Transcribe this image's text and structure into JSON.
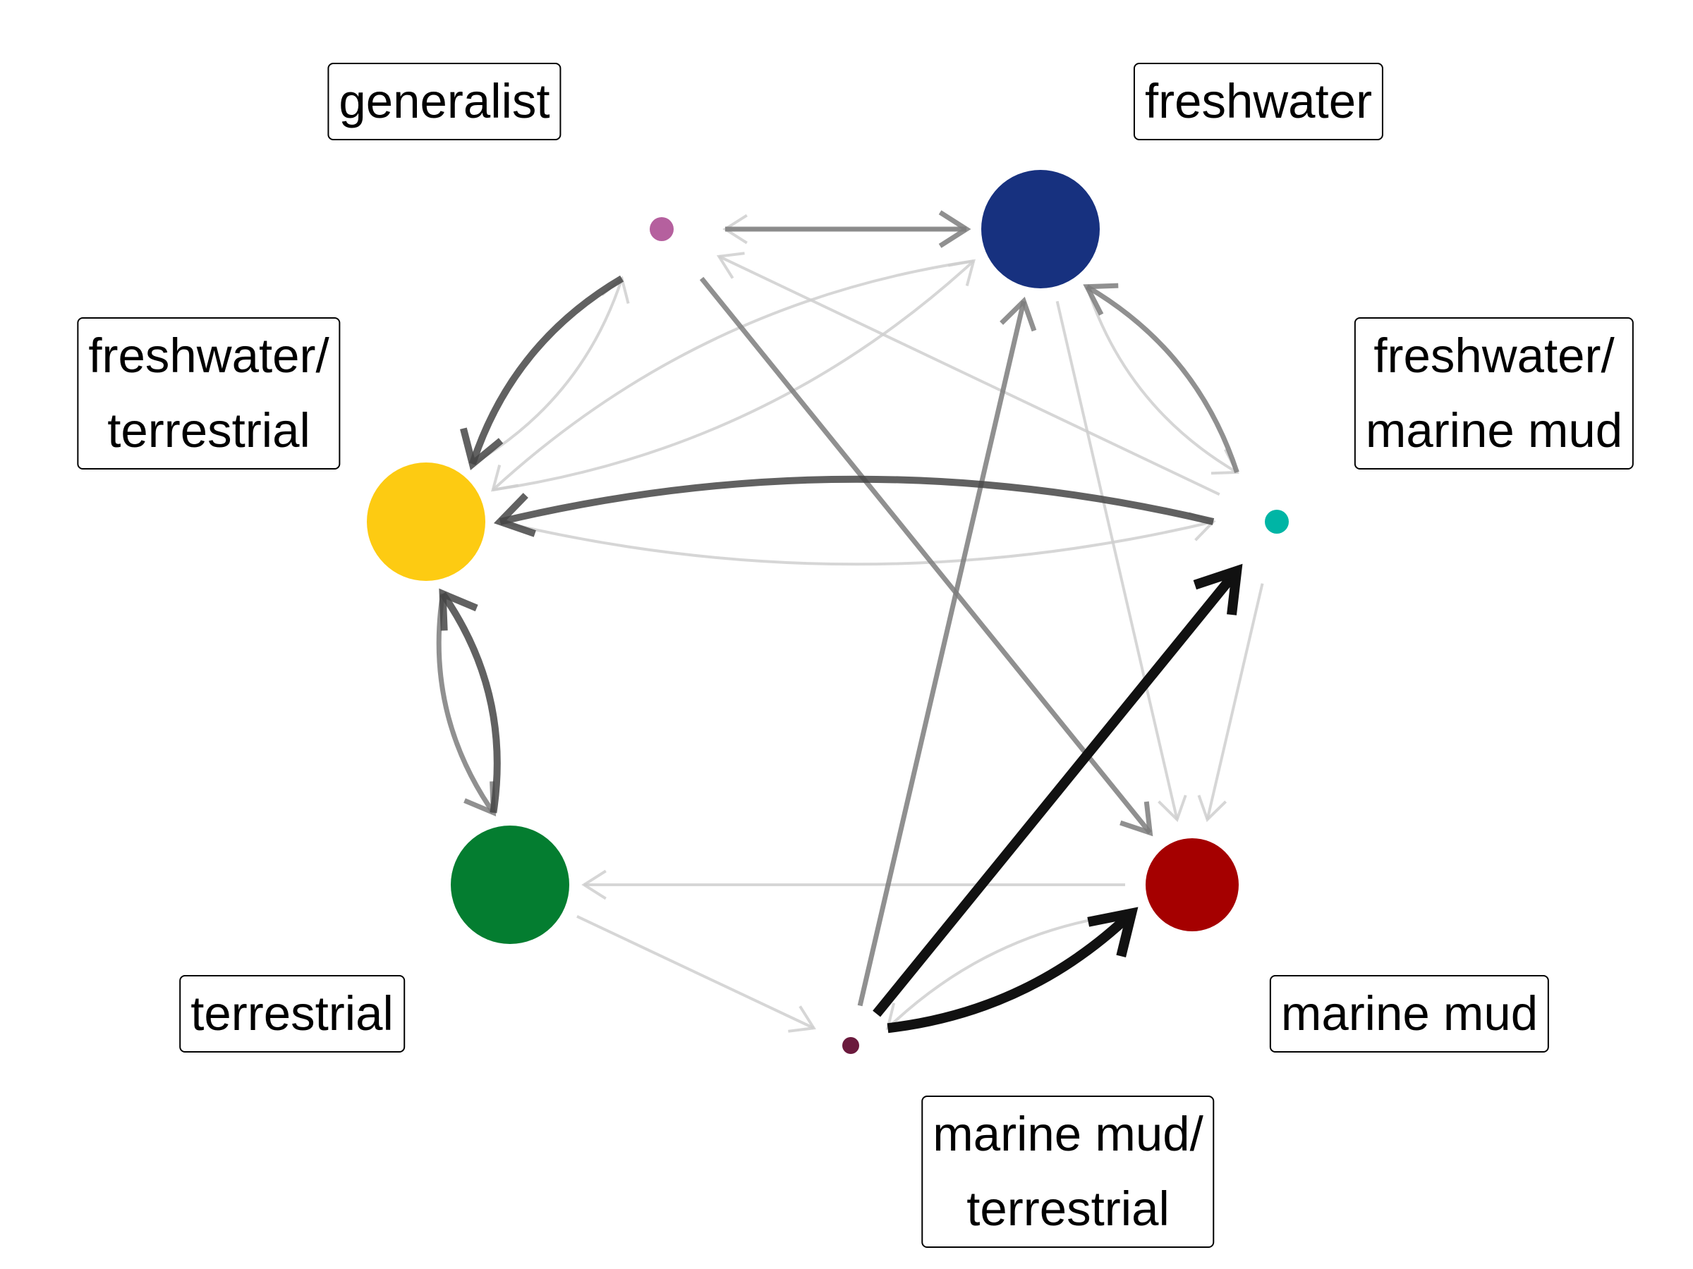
{
  "nodes": [
    {
      "id": "generalist",
      "lines": [
        "generalist"
      ],
      "color": "#B5609E",
      "size": "small"
    },
    {
      "id": "freshwater",
      "lines": [
        "freshwater"
      ],
      "color": "#17317F",
      "size": "large"
    },
    {
      "id": "freshwater-marine-mud",
      "lines": [
        "freshwater/",
        "marine mud"
      ],
      "color": "#00B5A5",
      "size": "small"
    },
    {
      "id": "marine-mud",
      "lines": [
        "marine mud"
      ],
      "color": "#A50000",
      "size": "medium"
    },
    {
      "id": "marine-mud-terrestrial",
      "lines": [
        "marine mud/",
        "terrestrial"
      ],
      "color": "#6B1A3D",
      "size": "tiny"
    },
    {
      "id": "terrestrial",
      "lines": [
        "terrestrial"
      ],
      "color": "#047D30",
      "size": "large"
    },
    {
      "id": "freshwater-terrestrial",
      "lines": [
        "freshwater/",
        "terrestrial"
      ],
      "color": "#FDCB12",
      "size": "large"
    }
  ],
  "edges": [
    {
      "from": "generalist",
      "to": "freshwater",
      "strength": "medium"
    },
    {
      "from": "generalist",
      "to": "freshwater-terrestrial",
      "strength": "strong"
    },
    {
      "from": "generalist",
      "to": "marine-mud",
      "strength": "medium"
    },
    {
      "from": "freshwater",
      "to": "generalist",
      "strength": "faint"
    },
    {
      "from": "freshwater",
      "to": "freshwater-terrestrial",
      "strength": "faint"
    },
    {
      "from": "freshwater",
      "to": "freshwater-marine-mud",
      "strength": "faint"
    },
    {
      "from": "freshwater",
      "to": "marine-mud",
      "strength": "faint"
    },
    {
      "from": "freshwater-marine-mud",
      "to": "freshwater",
      "strength": "medium"
    },
    {
      "from": "freshwater-marine-mud",
      "to": "freshwater-terrestrial",
      "strength": "strong"
    },
    {
      "from": "freshwater-marine-mud",
      "to": "generalist",
      "strength": "faint"
    },
    {
      "from": "freshwater-marine-mud",
      "to": "marine-mud",
      "strength": "faint"
    },
    {
      "from": "freshwater-terrestrial",
      "to": "freshwater-marine-mud",
      "strength": "faint"
    },
    {
      "from": "freshwater-terrestrial",
      "to": "freshwater",
      "strength": "faint"
    },
    {
      "from": "freshwater-terrestrial",
      "to": "generalist",
      "strength": "faint"
    },
    {
      "from": "freshwater-terrestrial",
      "to": "terrestrial",
      "strength": "medium"
    },
    {
      "from": "terrestrial",
      "to": "freshwater-terrestrial",
      "strength": "strong"
    },
    {
      "from": "terrestrial",
      "to": "marine-mud-terrestrial",
      "strength": "faint"
    },
    {
      "from": "marine-mud",
      "to": "terrestrial",
      "strength": "faint"
    },
    {
      "from": "marine-mud",
      "to": "marine-mud-terrestrial",
      "strength": "faint"
    },
    {
      "from": "marine-mud-terrestrial",
      "to": "freshwater",
      "strength": "medium"
    },
    {
      "from": "marine-mud-terrestrial",
      "to": "freshwater-marine-mud",
      "strength": "strongest"
    },
    {
      "from": "marine-mud-terrestrial",
      "to": "marine-mud",
      "strength": "strongest"
    }
  ]
}
